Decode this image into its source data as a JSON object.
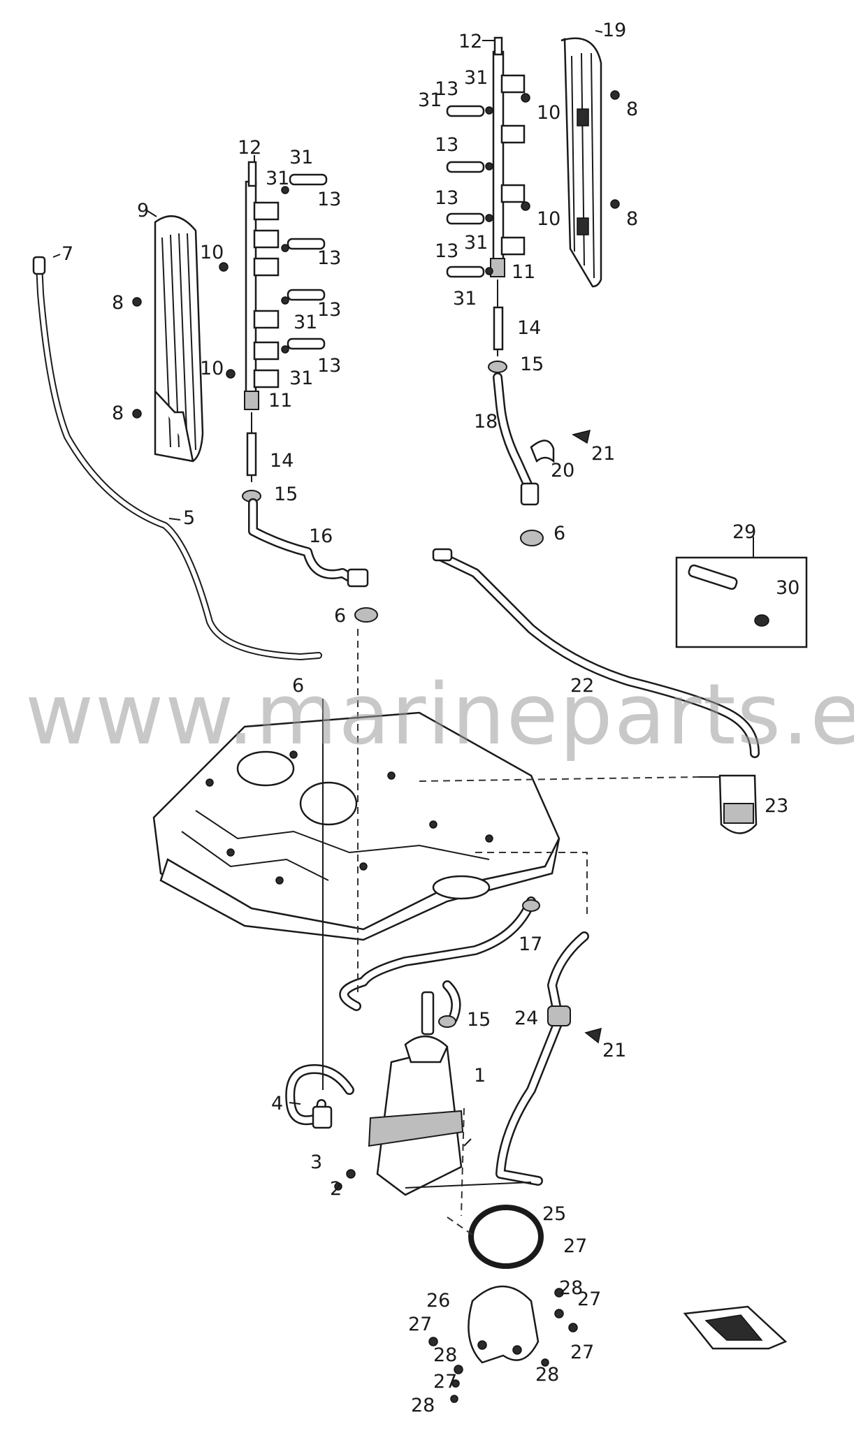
{
  "watermark": "www.marineparts.eu",
  "callouts": {
    "c1": "1",
    "c2": "2",
    "c3": "3",
    "c4": "4",
    "c5": "5",
    "c6": "6",
    "c7": "7",
    "c8": "8",
    "c9": "9",
    "c10": "10",
    "c11": "11",
    "c12": "12",
    "c13": "13",
    "c14": "14",
    "c15": "15",
    "c16": "16",
    "c17": "17",
    "c18": "18",
    "c19": "19",
    "c20": "20",
    "c21": "21",
    "c22": "22",
    "c23": "23",
    "c24": "24",
    "c25": "25",
    "c26": "26",
    "c27": "27",
    "c28": "28",
    "c29": "29",
    "c30": "30",
    "c31": "31"
  }
}
